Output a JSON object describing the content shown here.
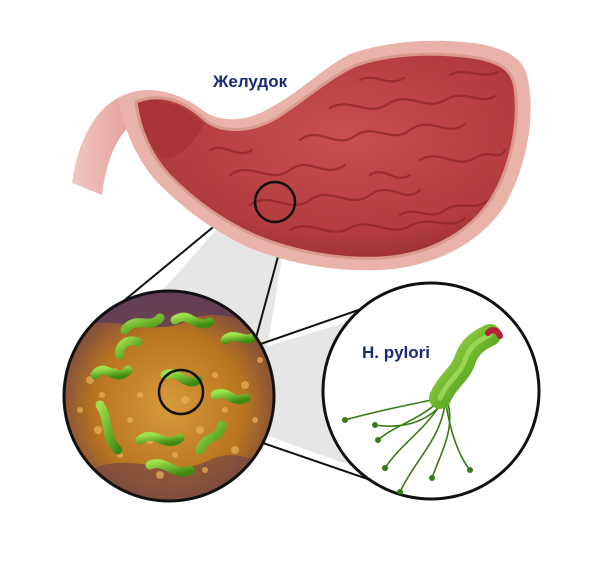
{
  "labels": {
    "stomach": "Желудок",
    "bacterium": "H. pylori"
  },
  "colors": {
    "label_text": "#1a2a7a",
    "stomach_wall": "#c8484a",
    "stomach_inner": "#b23a3c",
    "stomach_outer": "#e8b0a8",
    "zoom_beam": "#e4e4e4",
    "outline": "#111111",
    "mucosa": "#c8862e",
    "bacteria": "#6ec82a",
    "bacteria_dark": "#3f8a12",
    "flagella": "#3a7a14"
  },
  "icons": [
    "stomach-illustration",
    "magnifier-circle",
    "bacterium-illustration"
  ]
}
